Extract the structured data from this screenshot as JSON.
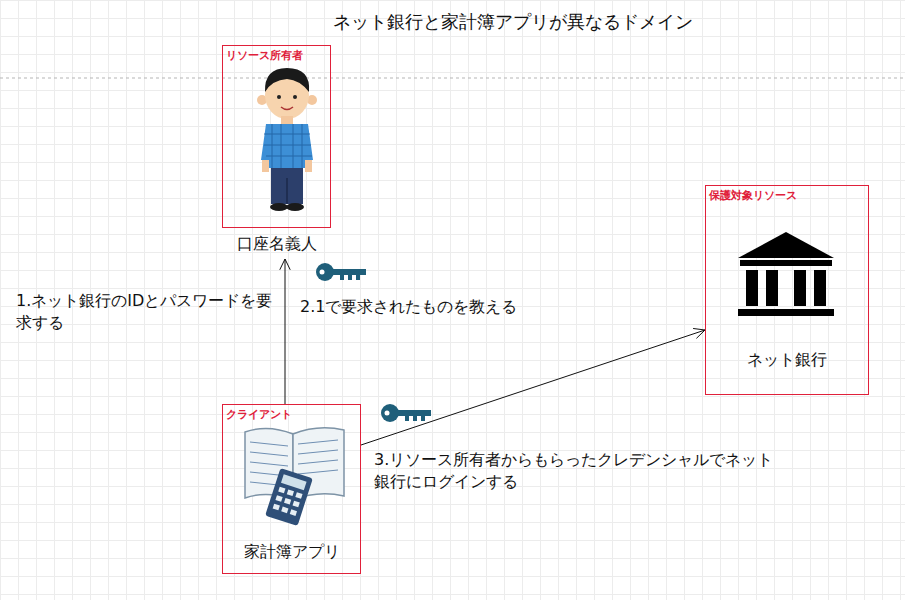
{
  "diagram": {
    "title": "ネット銀行と家計簿アプリが異なるドメイン",
    "nodes": [
      {
        "text": [
          "リソース所有者",
          "口座名義人"
        ]
      },
      {
        "text": [
          "保護対象リソース",
          "ネット銀行"
        ]
      },
      {
        "text": [
          "クライアント",
          "家計簿アプリ"
        ]
      }
    ],
    "edges": [
      {
        "from": 2,
        "to": 0,
        "arrow": "to",
        "label": "1.ネット銀行のIDとパスワードを要求する"
      },
      {
        "from": 2,
        "to": 1,
        "arrow": "to",
        "label": "3.リソース所有者からもらったクレデンシャルでネット銀行にログインする"
      }
    ],
    "labels": [
      "2.1で要求されたものを教える"
    ]
  }
}
